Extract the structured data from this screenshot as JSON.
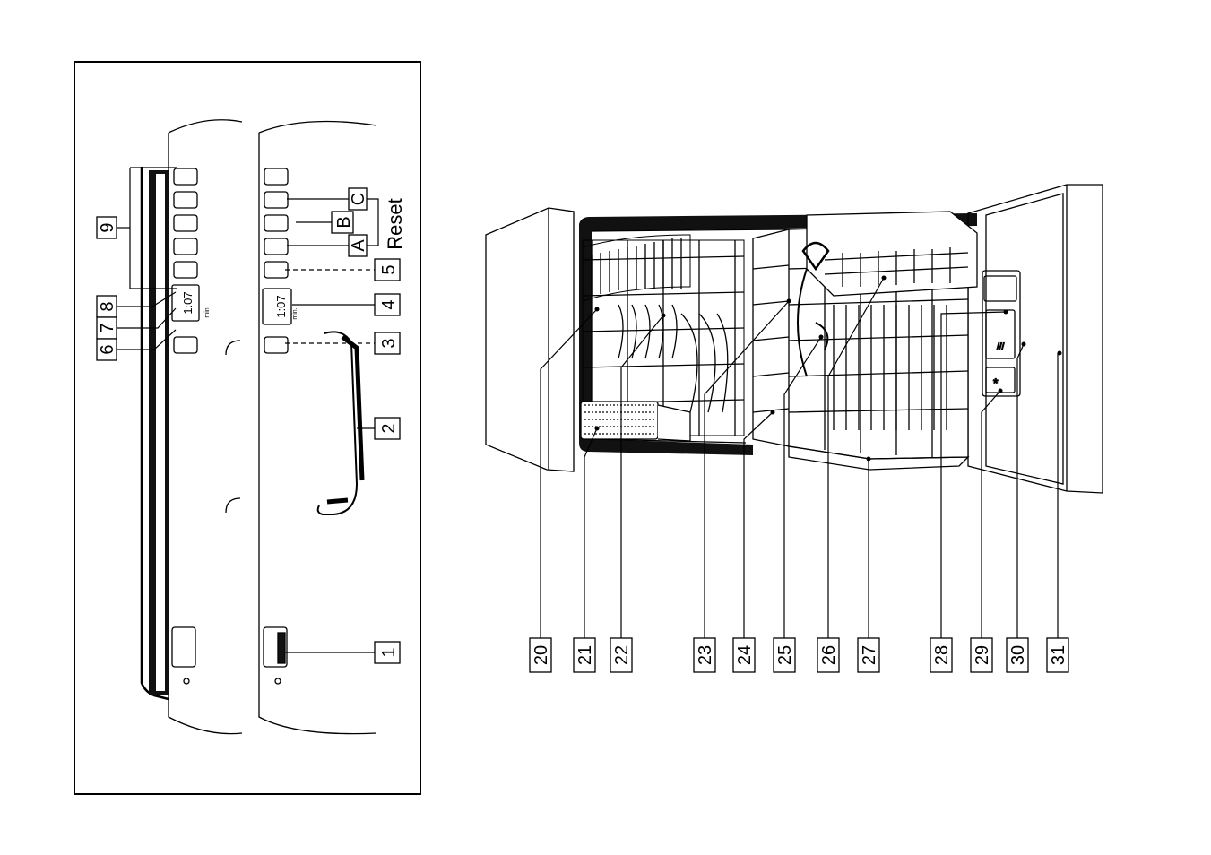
{
  "left_panel": {
    "callouts": [
      "1",
      "2",
      "3",
      "4",
      "5",
      "6",
      "7",
      "8",
      "9"
    ],
    "letter_callouts": [
      "A",
      "B",
      "C"
    ],
    "reset_label": "Reset",
    "display_readout": "1:07",
    "display_unit": "min."
  },
  "right_panel": {
    "callouts": [
      "20",
      "21",
      "22",
      "23",
      "24",
      "25",
      "26",
      "27",
      "28",
      "29",
      "30",
      "31"
    ]
  }
}
